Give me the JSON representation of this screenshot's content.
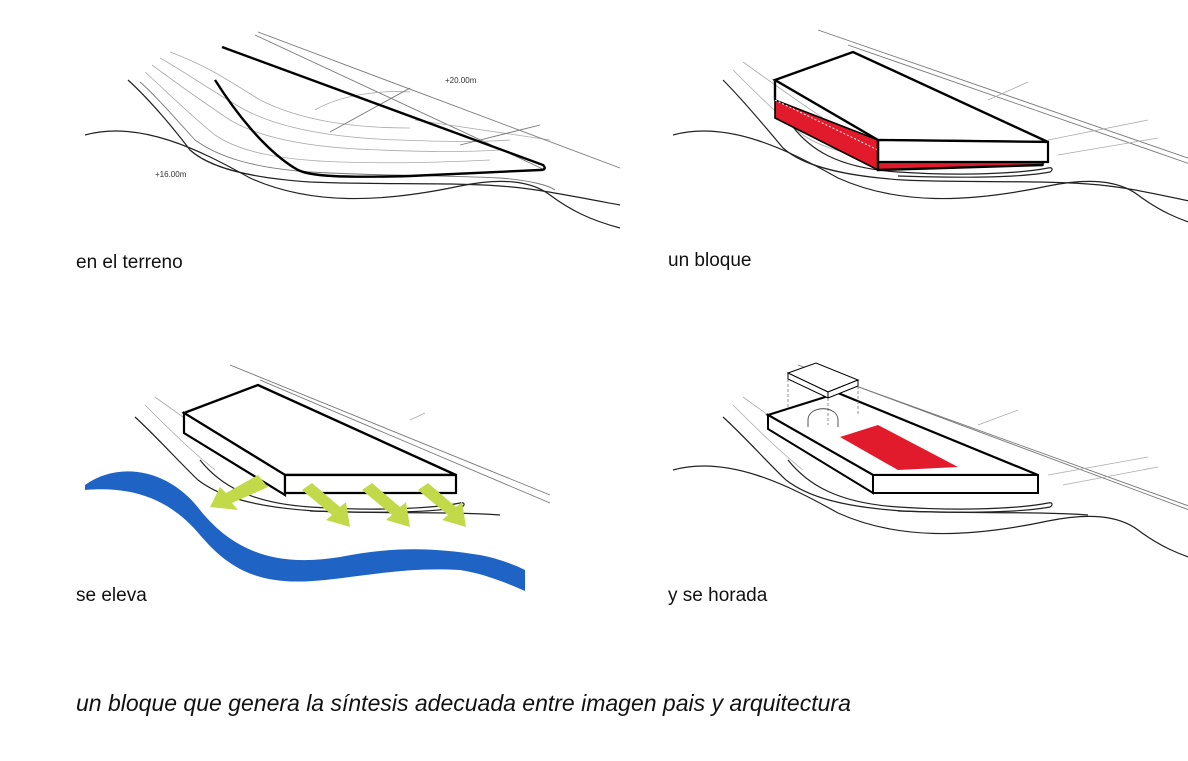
{
  "panels": [
    {
      "caption": "en el terreno",
      "annotations": [
        "+20.00m",
        "+16.00m"
      ]
    },
    {
      "caption": "un bloque"
    },
    {
      "caption": "se eleva"
    },
    {
      "caption": "y se horada"
    }
  ],
  "tagline": "un bloque que genera la síntesis adecuada entre imagen pais y arquitectura",
  "colors": {
    "accent_red": "#e21b2c",
    "river_blue": "#1f63c4",
    "arrow_green": "#c2d94a",
    "line": "#000000"
  }
}
